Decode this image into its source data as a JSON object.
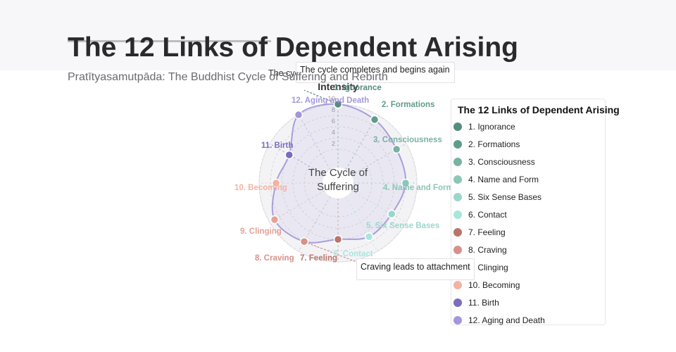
{
  "header": {
    "title": "The 12 Links of Dependent Arising",
    "subtitle": "Pratītyasamutpāda: The Buddhist Cycle of Suffering and Rebirth"
  },
  "chart_data": {
    "type": "line",
    "polar": true,
    "closed": true,
    "smooth": true,
    "categories": [
      "1. Ignorance",
      "2. Formations",
      "3. Consciousness",
      "4. Name and Form",
      "5. Six Sense Bases",
      "6. Contact",
      "7. Feeling",
      "8. Craving",
      "9. Clinging",
      "10. Becoming",
      "11. Birth",
      "12. Aging and Death"
    ],
    "values": [
      10,
      9,
      8,
      8,
      7,
      7,
      6,
      8,
      9,
      7,
      6,
      10
    ],
    "colors": [
      "#578b7e",
      "#5f9c8b",
      "#79b1a5",
      "#8cc6b6",
      "#9ad7cb",
      "#a8e6db",
      "#bb7469",
      "#d8918a",
      "#e6a196",
      "#f4b2a2",
      "#7a6dbf",
      "#a596dc"
    ],
    "line_color": "#a89fdb",
    "ylabel": "Intensity",
    "ylim": [
      0,
      10
    ],
    "yticks": [
      2,
      4,
      6,
      8,
      10
    ],
    "grid": true,
    "center_label": [
      "The Cycle of",
      "Suffering"
    ],
    "annotations": [
      {
        "text": "The cycle completes and begins again",
        "target": "1. Ignorance"
      },
      {
        "text": "Craving leads to attachment",
        "target": "8. Craving"
      }
    ],
    "legend": {
      "title": "The 12 Links of Dependent Arising",
      "placement": "right"
    }
  }
}
